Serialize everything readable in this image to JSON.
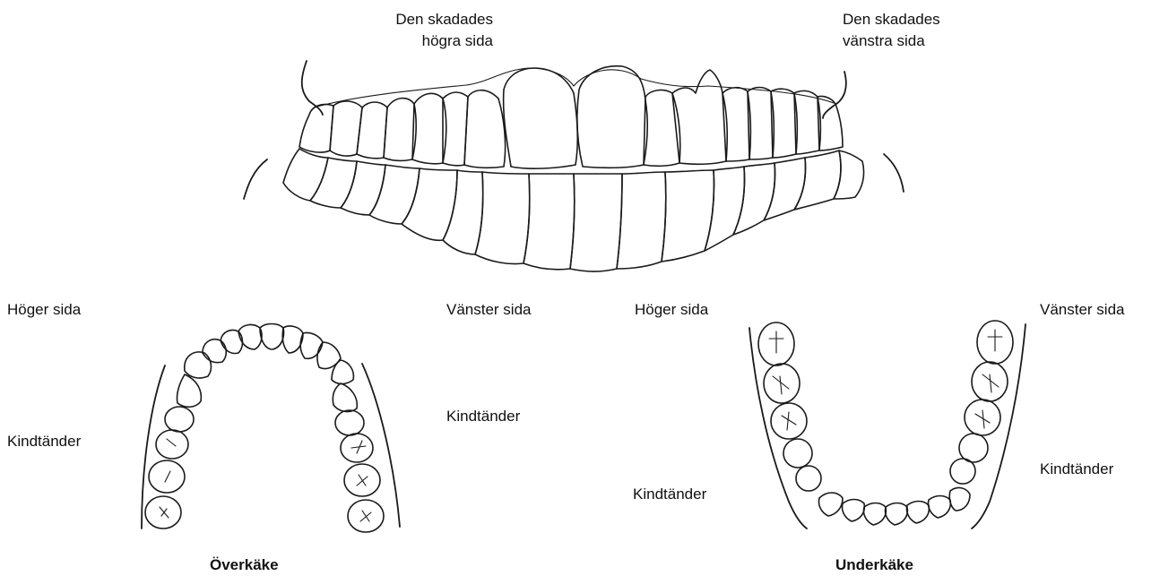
{
  "front_view": {
    "label_right_line1": "Den skadades",
    "label_right_line2": "högra sida",
    "label_left_line1": "Den skadades",
    "label_left_line2": "vänstra sida"
  },
  "upper_jaw": {
    "side_right": "Höger sida",
    "side_left": "Vänster sida",
    "molars_right": "Kindtänder",
    "molars_left": "Kindtänder",
    "caption": "Överkäke"
  },
  "lower_jaw": {
    "side_right": "Höger sida",
    "side_left": "Vänster sida",
    "molars_right": "Kindtänder",
    "molars_left": "Kindtänder",
    "caption": "Underkäke"
  }
}
